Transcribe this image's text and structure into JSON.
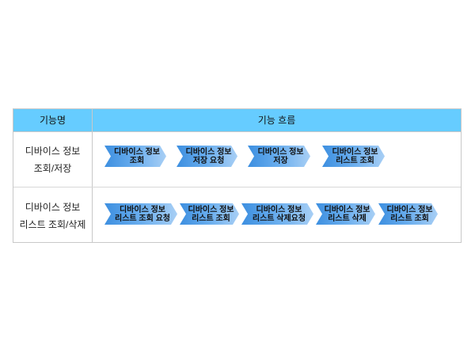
{
  "header": {
    "col_name": "기능명",
    "col_flow": "기능 흐름"
  },
  "rows": [
    {
      "name": "디바이스 정보\n조회/저장",
      "steps": [
        "디바이스 정보\n조회",
        "디바이스 정보\n저장 요청",
        "디바이스 정보\n저장",
        "디바이스 정보\n리스트 조회"
      ]
    },
    {
      "name": "디바이스 정보\n리스트 조회/삭제",
      "steps": [
        "디바이스 정보\n리스트 조회 요청",
        "디바이스 정보\n리스트 조회",
        "디바이스 정보\n리스트 삭제요청",
        "디바이스 정보\n리스트 삭제",
        "디바이스 정보\n리스트 조회"
      ]
    }
  ]
}
